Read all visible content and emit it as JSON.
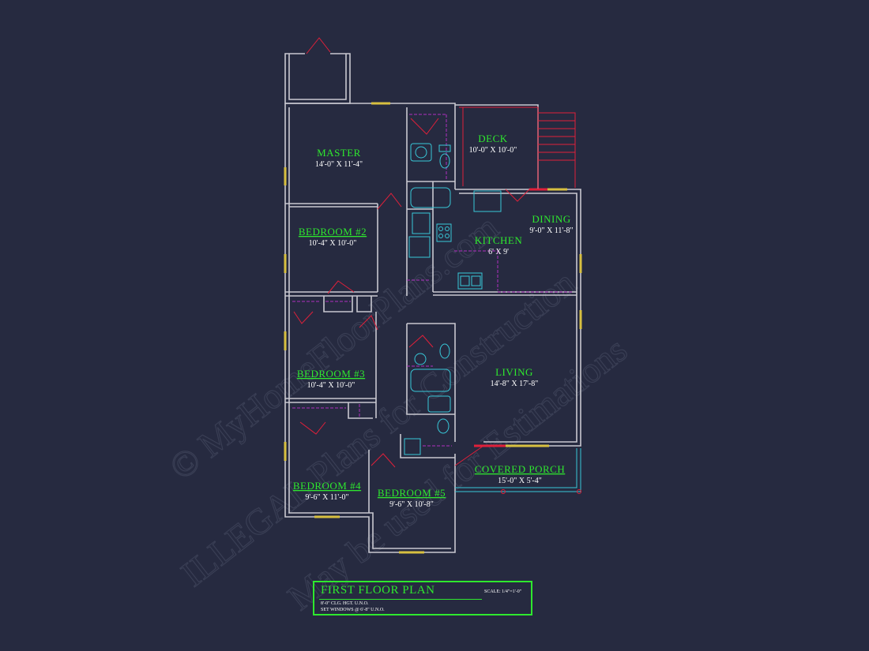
{
  "rooms": {
    "master": {
      "name": "MASTER",
      "dims": "14'-0\" X 11'-4\""
    },
    "deck": {
      "name": "DECK",
      "dims": "10'-0\" X 10'-0\""
    },
    "bedroom2": {
      "name": "BEDROOM #2",
      "dims": "10'-4\" X 10'-0\""
    },
    "dining": {
      "name": "DINING",
      "dims": "9'-0\" X 11'-8\""
    },
    "kitchen": {
      "name": "KITCHEN",
      "dims": "6' X 9'"
    },
    "living": {
      "name": "LIVING",
      "dims": "14'-8\" X 17'-8\""
    },
    "bedroom3": {
      "name": "BEDROOM #3",
      "dims": "10'-4\" X 10'-0\""
    },
    "bedroom4": {
      "name": "BEDROOM #4",
      "dims": "9'-6\" X 11'-0\""
    },
    "bedroom5": {
      "name": "BEDROOM #5",
      "dims": "9'-6\" X 10'-8\""
    },
    "porch": {
      "name": "COVERED PORCH",
      "dims": "15'-0\" X 5'-4\""
    }
  },
  "title_block": {
    "title": "FIRST FLOOR PLAN",
    "scale": "SCALE: 1/4\"=1'-0\"",
    "note1": "8'-0\" CLG. HGT. U.N.O.",
    "note2": "SET WINDOWS @ 6'-8\" U.N.O."
  },
  "watermark": {
    "line1": "© MyHomeFloorPlans.com",
    "line2": "ILLEGAL Plans for Construction",
    "line3": "May be used for Estimations"
  },
  "colors": {
    "background": "#262a40",
    "walls": "#c8c8d0",
    "room_labels": "#2ee82e",
    "doors": "#e0203a",
    "fixtures": "#38c8d8",
    "cabinets": "#b030c0",
    "windows": "#d8c040"
  }
}
